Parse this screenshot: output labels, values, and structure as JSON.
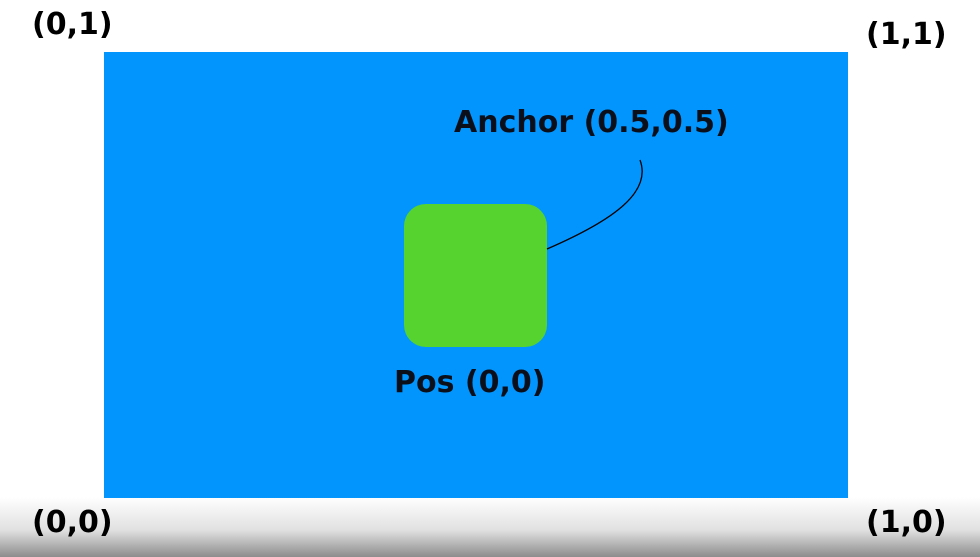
{
  "corners": {
    "top_left": "(0,1)",
    "top_right": "(1,1)",
    "bottom_left": "(0,0)",
    "bottom_right": "(1,0)"
  },
  "anchor_label": "Anchor (0.5,0.5)",
  "position_label": "Pos (0,0)",
  "colors": {
    "parent_background": "#0295fd",
    "node": "#56d32e",
    "text": "#000000"
  }
}
